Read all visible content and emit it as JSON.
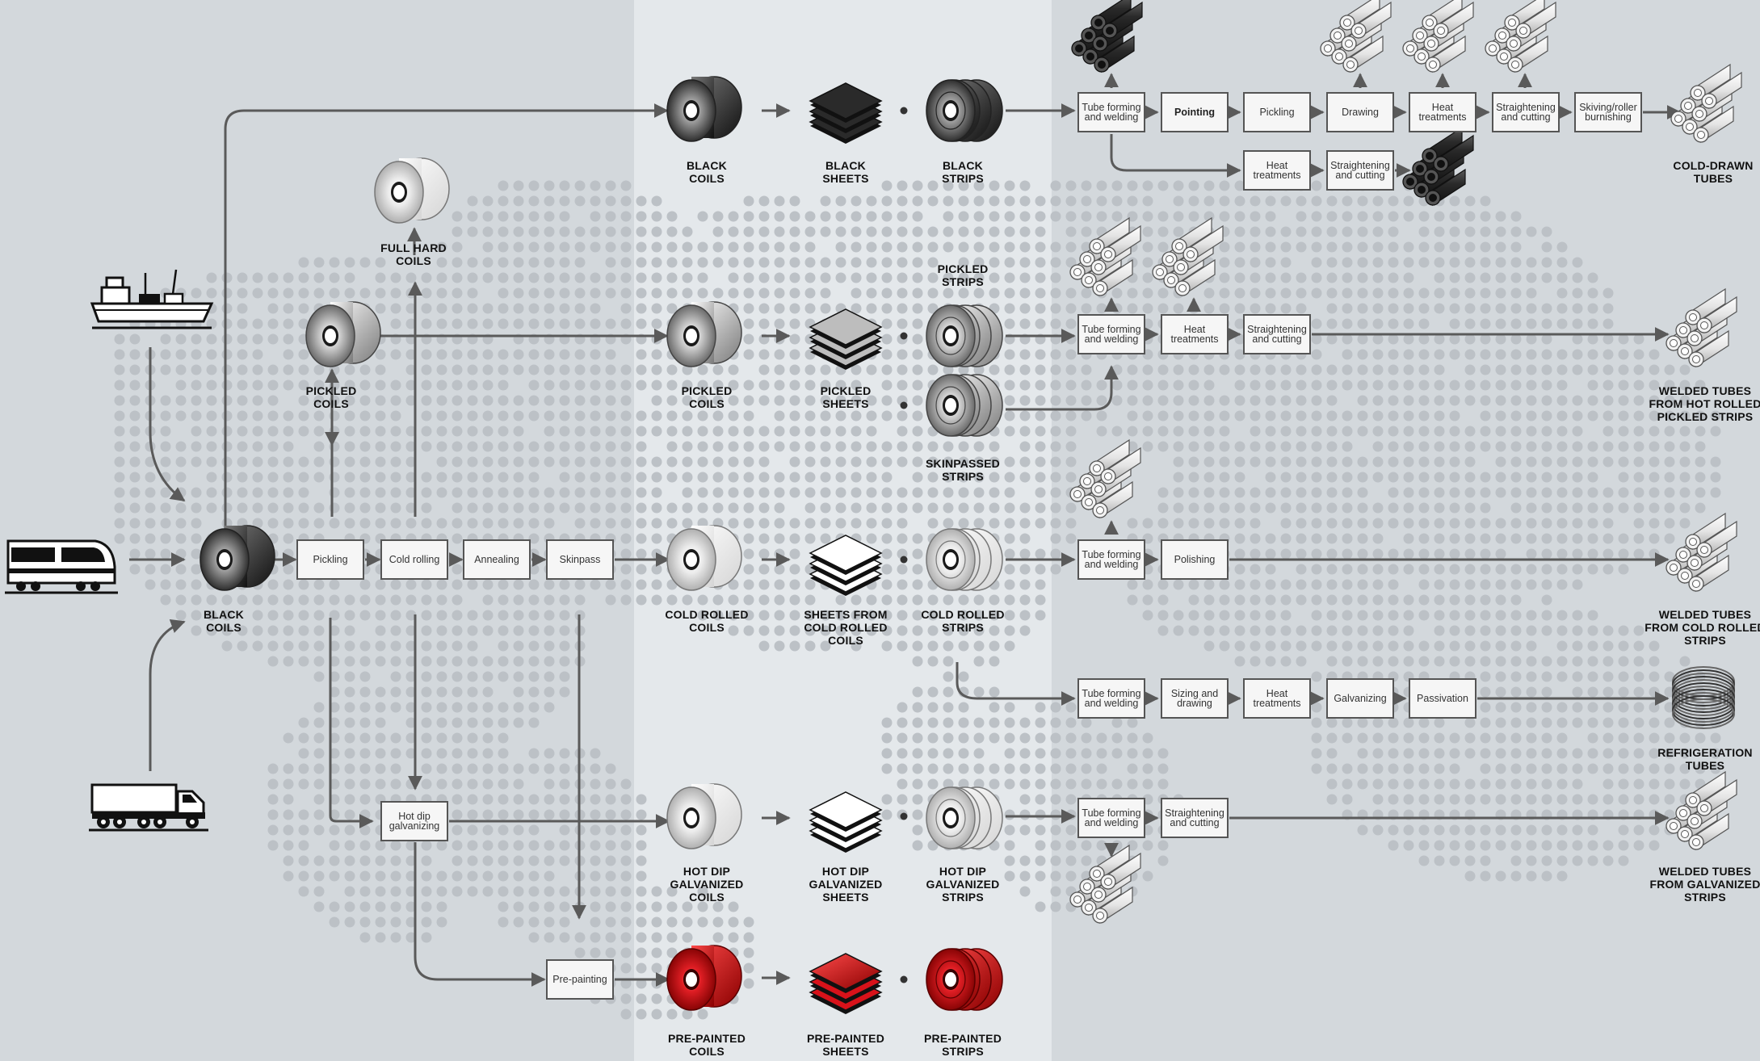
{
  "colors": {
    "background_left": "#d3d8dc",
    "background_middle": "#e4e8eb",
    "background_right": "#d3d8dc",
    "arrow": "#5a5a5a",
    "box_border": "#555555",
    "accent_red": "#c8141c",
    "dark_coil": "#2f2f2f"
  },
  "icons": [
    "ship-icon",
    "train-icon",
    "truck-icon",
    "coil-icon",
    "sheet-stack-icon",
    "strip-coil-icon",
    "tube-bundle-icon",
    "wire-coil-icon"
  ],
  "transport": {
    "ship": "ship-icon",
    "train": "train-icon",
    "truck": "truck-icon"
  },
  "labels": {
    "black_coils_source": "BLACK\nCOILS",
    "pickled_coils_left": "PICKLED\nCOILS",
    "full_hard_coils": "FULL HARD\nCOILS",
    "black_coils": "BLACK\nCOILS",
    "black_sheets": "BLACK\nSHEETS",
    "black_strips": "BLACK\nSTRIPS",
    "pickled_coils": "PICKLED\nCOILS",
    "pickled_sheets": "PICKLED\nSHEETS",
    "pickled_strips": "PICKLED\nSTRIPS",
    "skinpassed_strips": "SKINPASSED\nSTRIPS",
    "cold_rolled_coils": "COLD ROLLED\nCOILS",
    "sheets_from_cold": "SHEETS FROM\nCOLD ROLLED\nCOILS",
    "cold_rolled_strips": "COLD ROLLED\nSTRIPS",
    "hot_dip_coils": "HOT DIP\nGALVANIZED\nCOILS",
    "hot_dip_sheets": "HOT DIP\nGALVANIZED\nSHEETS",
    "hot_dip_strips": "HOT DIP\nGALVANIZED\nSTRIPS",
    "pre_painted_coils": "PRE-PAINTED\nCOILS",
    "pre_painted_sheets": "PRE-PAINTED\nSHEETS",
    "pre_painted_strips": "PRE-PAINTED\nSTRIPS",
    "cold_drawn_tubes": "COLD-DRAWN\nTUBES",
    "welded_hot_rolled": "WELDED TUBES\nFROM HOT ROLLED\nPICKLED STRIPS",
    "welded_cold_rolled": "WELDED TUBES\nFROM COLD ROLLED\nSTRIPS",
    "refrigeration": "REFRIGERATION\nTUBES",
    "welded_galvanized": "WELDED TUBES\nFROM GALVANIZED\nSTRIPS"
  },
  "processes": {
    "pickling": "Pickling",
    "cold_rolling": "Cold rolling",
    "annealing": "Annealing",
    "skinpass": "Skinpass",
    "hot_dip": "Hot dip\ngalvanizing",
    "pre_painting": "Pre-painting",
    "r1_tube": "Tube forming\nand welding",
    "r1_pointing": "Pointing",
    "r1_pickling": "Pickling",
    "r1_drawing": "Drawing",
    "r1_heat": "Heat\ntreatments",
    "r1_straight": "Straightening\nand cutting",
    "r1_skiving": "Skiving/roller\nburnishing",
    "r1b_heat": "Heat\ntreatments",
    "r1b_straight": "Straightening\nand cutting",
    "r2_tube": "Tube forming\nand welding",
    "r2_heat": "Heat\ntreatments",
    "r2_straight": "Straightening\nand cutting",
    "r3_tube": "Tube forming\nand welding",
    "r3_polish": "Polishing",
    "r4_tube": "Tube forming\nand welding",
    "r4_sizing": "Sizing and\ndrawing",
    "r4_heat": "Heat\ntreatments",
    "r4_galv": "Galvanizing",
    "r4_passiv": "Passivation",
    "r5_tube": "Tube forming\nand welding",
    "r5_straight": "Straightening\nand cutting"
  }
}
